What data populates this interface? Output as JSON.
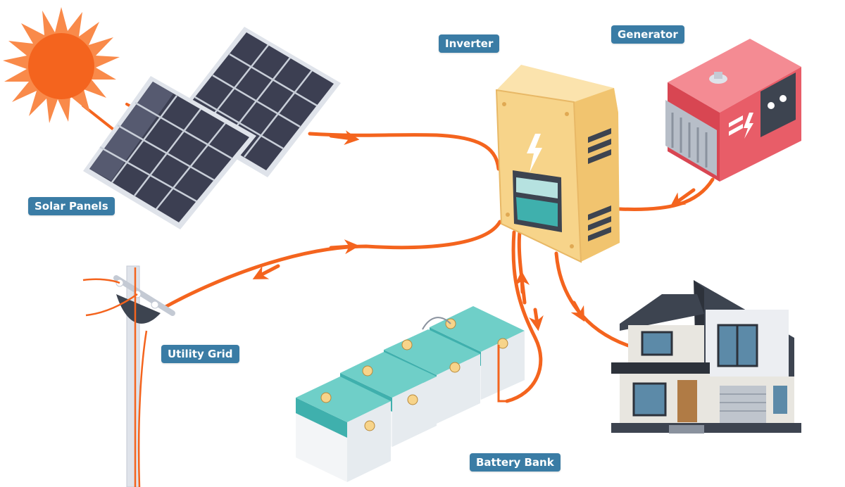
{
  "labels": {
    "solar_panels": "Solar Panels",
    "inverter": "Inverter",
    "generator": "Generator",
    "utility_grid": "Utility Grid",
    "battery_bank": "Battery Bank"
  },
  "colors": {
    "flow": "#f4641e",
    "label_bg": "#3a7ca5",
    "sun": "#f4641e",
    "panel": "#3c3f52",
    "inverter_body": "#f7d48a",
    "generator_body": "#e85d68",
    "battery_body": "#3fb0ad",
    "house_dark": "#3d4450"
  },
  "icons": {
    "sun": "sun-icon",
    "solar_panel": "solar-panel-icon",
    "inverter": "inverter-icon",
    "generator": "generator-icon",
    "utility_pole": "utility-pole-icon",
    "battery": "battery-icon",
    "house": "house-icon"
  }
}
